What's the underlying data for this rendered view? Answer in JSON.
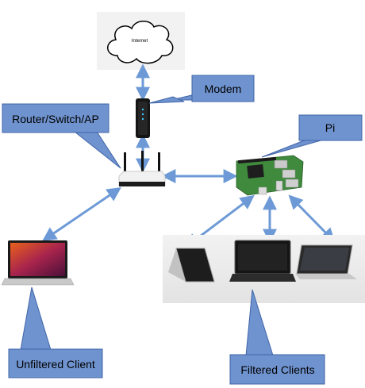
{
  "internet": {
    "label": "Internet"
  },
  "callouts": {
    "modem": "Modem",
    "router": "Router/Switch/AP",
    "pi": "Pi",
    "unfiltered": "Unfiltered Client",
    "filtered": "Filtered Clients"
  },
  "colors": {
    "callout_fill": "#6f93cf",
    "callout_stroke": "#3f64a8",
    "link": "#6d9ad6"
  }
}
